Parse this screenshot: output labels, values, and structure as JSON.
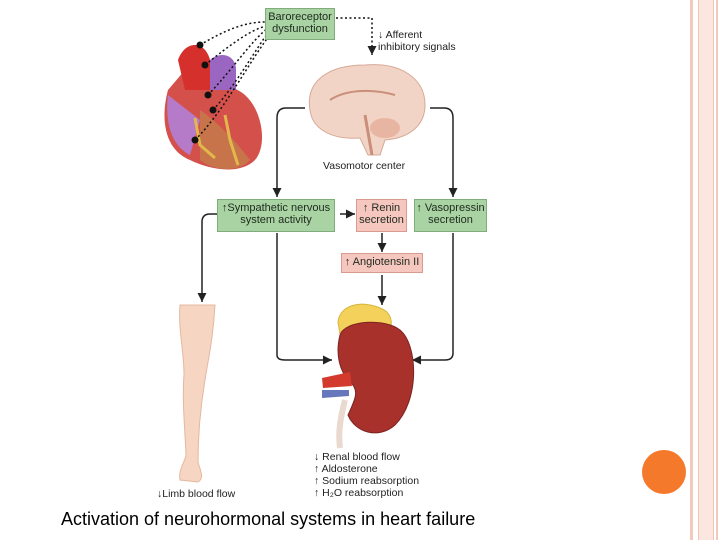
{
  "diagram": {
    "title": "Activation of neurohormonal systems in heart failure",
    "baroreceptor": [
      "Baroreceptor",
      "dysfunction"
    ],
    "afferent": [
      "↓ Afferent",
      "inhibitory signals"
    ],
    "vasomotor": "Vasomotor center",
    "sympathetic": [
      "↑Sympathetic nervous",
      "system activity"
    ],
    "renin": [
      "↑ Renin",
      "secretion"
    ],
    "vasopressin": [
      "↑ Vasopressin",
      "secretion"
    ],
    "angiotensin": "↑ Angiotensin II",
    "limb": "↓Limb blood flow",
    "renal_effects": [
      "↓ Renal blood flow",
      "↑ Aldosterone",
      "↑ Sodium reabsorption",
      "↑ H₂O reabsorption"
    ]
  },
  "colors": {
    "green_box": "#a9d3a3",
    "pink_box": "#f6c7be",
    "accent_dot": "#f4792a",
    "frame": "#f3c9bb"
  }
}
